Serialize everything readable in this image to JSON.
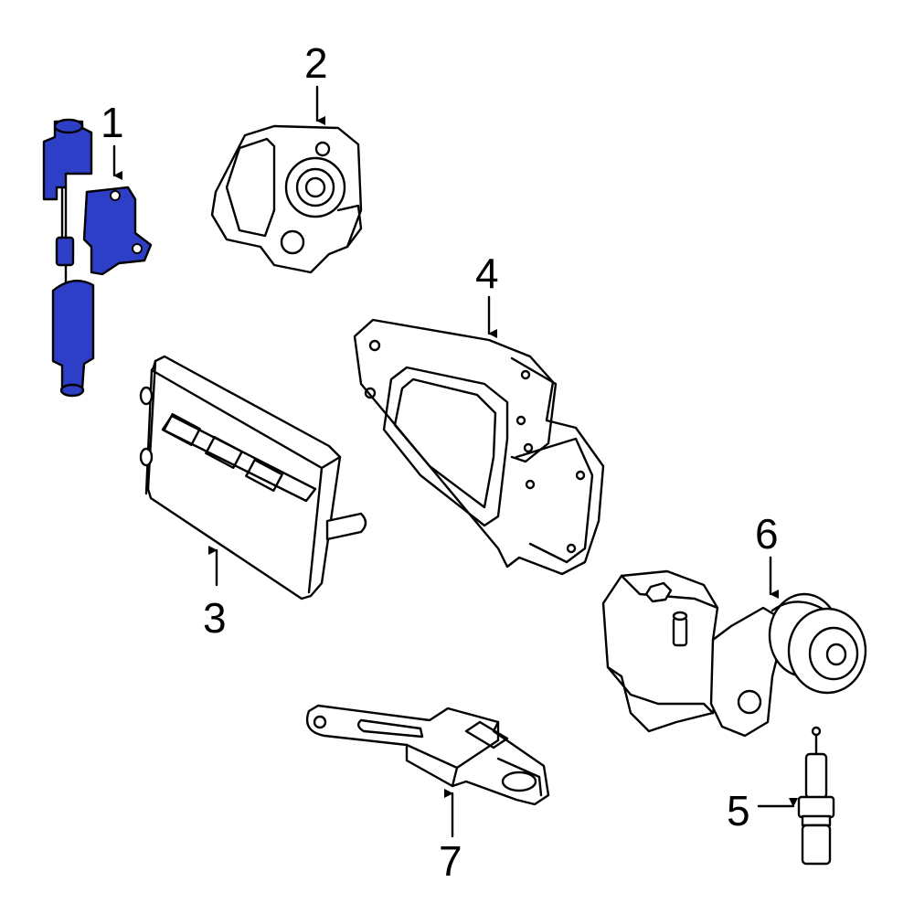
{
  "colors": {
    "highlight": "#2d3fc7",
    "line": "#000000",
    "background": "#ffffff"
  },
  "callouts": [
    {
      "id": "1",
      "label": "1"
    },
    {
      "id": "2",
      "label": "2"
    },
    {
      "id": "3",
      "label": "3"
    },
    {
      "id": "4",
      "label": "4"
    },
    {
      "id": "5",
      "label": "5"
    },
    {
      "id": "6",
      "label": "6"
    },
    {
      "id": "7",
      "label": "7"
    }
  ]
}
